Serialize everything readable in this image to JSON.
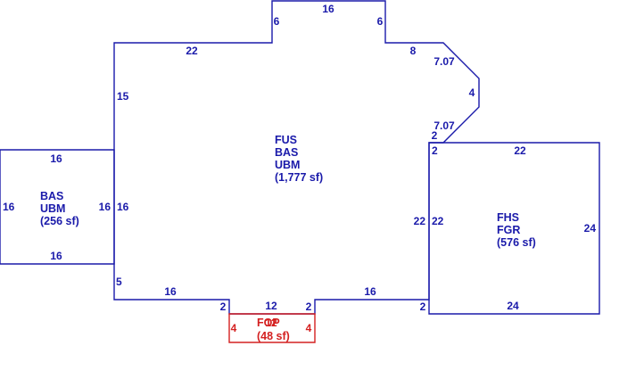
{
  "main_area": {
    "lines": [
      "FUS",
      "BAS",
      "UBM",
      "(1,777 sf)"
    ],
    "dimensions": {
      "top_bump_top": "16",
      "top_bump_left": "6",
      "top_bump_right": "6",
      "top_left": "22",
      "top_right": "8",
      "angled_upper": "7.07",
      "angled_side": "4",
      "angled_lower": "7.07",
      "step_right": "2",
      "left_upper": "15",
      "left_middle": "16",
      "left_lower": "5",
      "bottom_left": "16",
      "porch_step_left": "2",
      "bottom_center": "12",
      "porch_step_right": "2",
      "bottom_right": "16",
      "step_bottom_right": "2",
      "right_side": "22"
    }
  },
  "left_area": {
    "lines": [
      "BAS",
      "UBM",
      "(256 sf)"
    ],
    "dimensions": {
      "top": "16",
      "left": "16",
      "right": "16",
      "bottom": "16"
    }
  },
  "right_area": {
    "lines": [
      "FHS",
      "FGR",
      "(576 sf)"
    ],
    "dimensions": {
      "top": "22",
      "left_top": "2",
      "left": "22",
      "right": "24",
      "bottom": "24"
    }
  },
  "porch_area": {
    "lines": [
      "FOP",
      "(48 sf)"
    ],
    "overlap_number": "12",
    "dimensions": {
      "left": "4",
      "right": "4"
    }
  },
  "colors": {
    "blue": "#1a1aaa",
    "red": "#d42020",
    "background": "#ffffff"
  }
}
